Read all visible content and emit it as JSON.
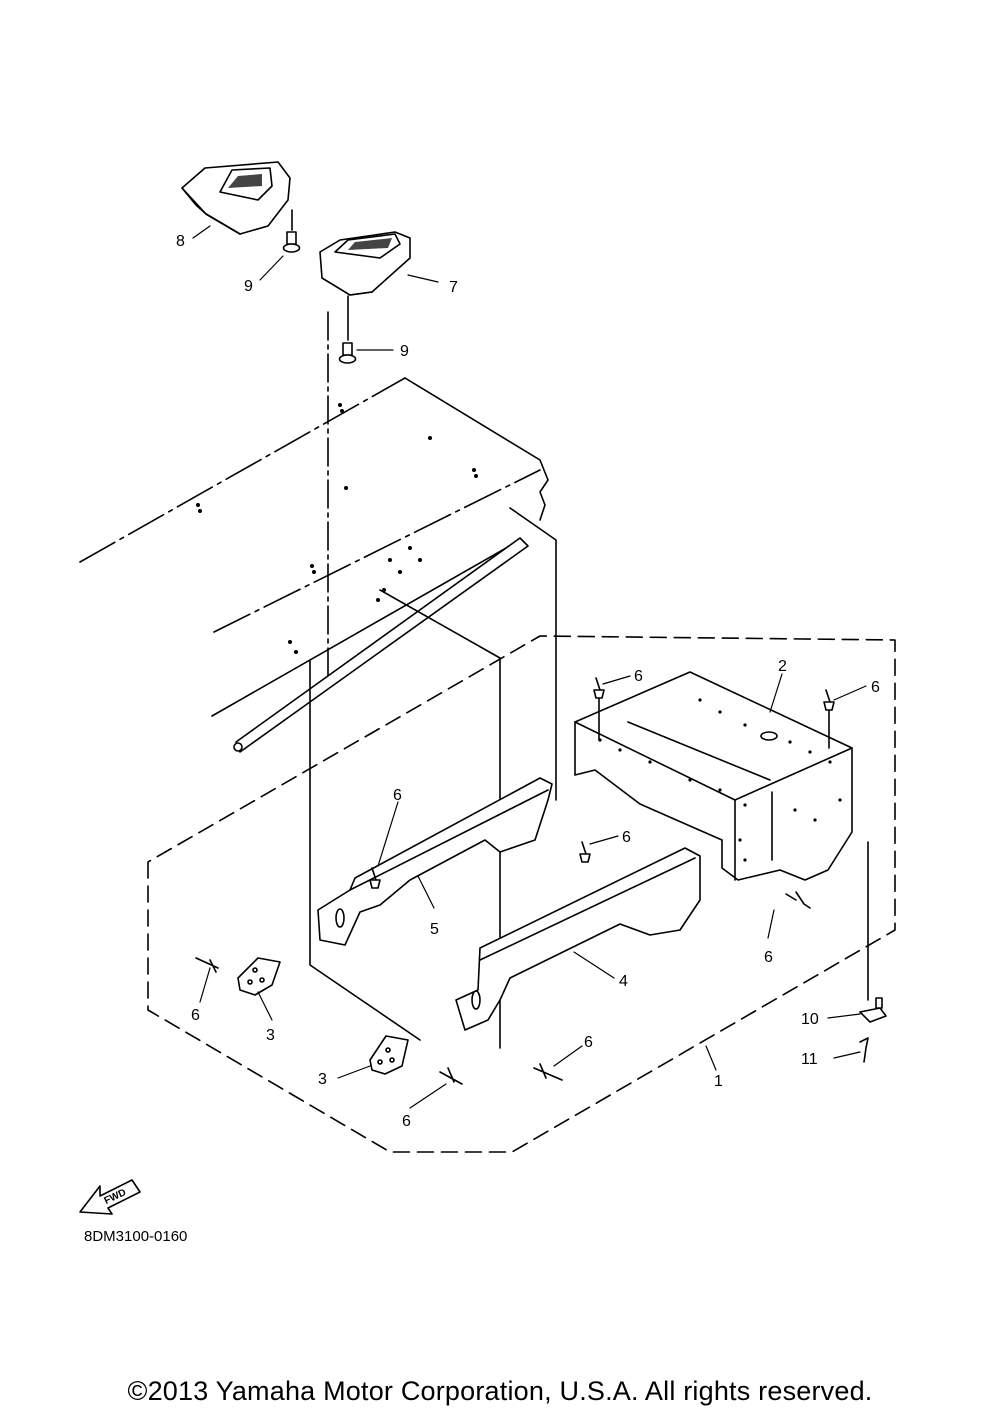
{
  "callouts": {
    "c1": "1",
    "c2": "2",
    "c3a": "3",
    "c3b": "3",
    "c4": "4",
    "c5": "5",
    "c6a": "6",
    "c6b": "6",
    "c6c": "6",
    "c6d": "6",
    "c6e": "6",
    "c6f": "6",
    "c6g": "6",
    "c6h": "6",
    "c7": "7",
    "c8": "8",
    "c9a": "9",
    "c9b": "9",
    "c10": "10",
    "c11": "11"
  },
  "fwd_arrow_label": "FWD",
  "diagram_code": "8DM3100-0160",
  "copyright": "©2013 Yamaha Motor Corporation, U.S.A. All rights reserved."
}
